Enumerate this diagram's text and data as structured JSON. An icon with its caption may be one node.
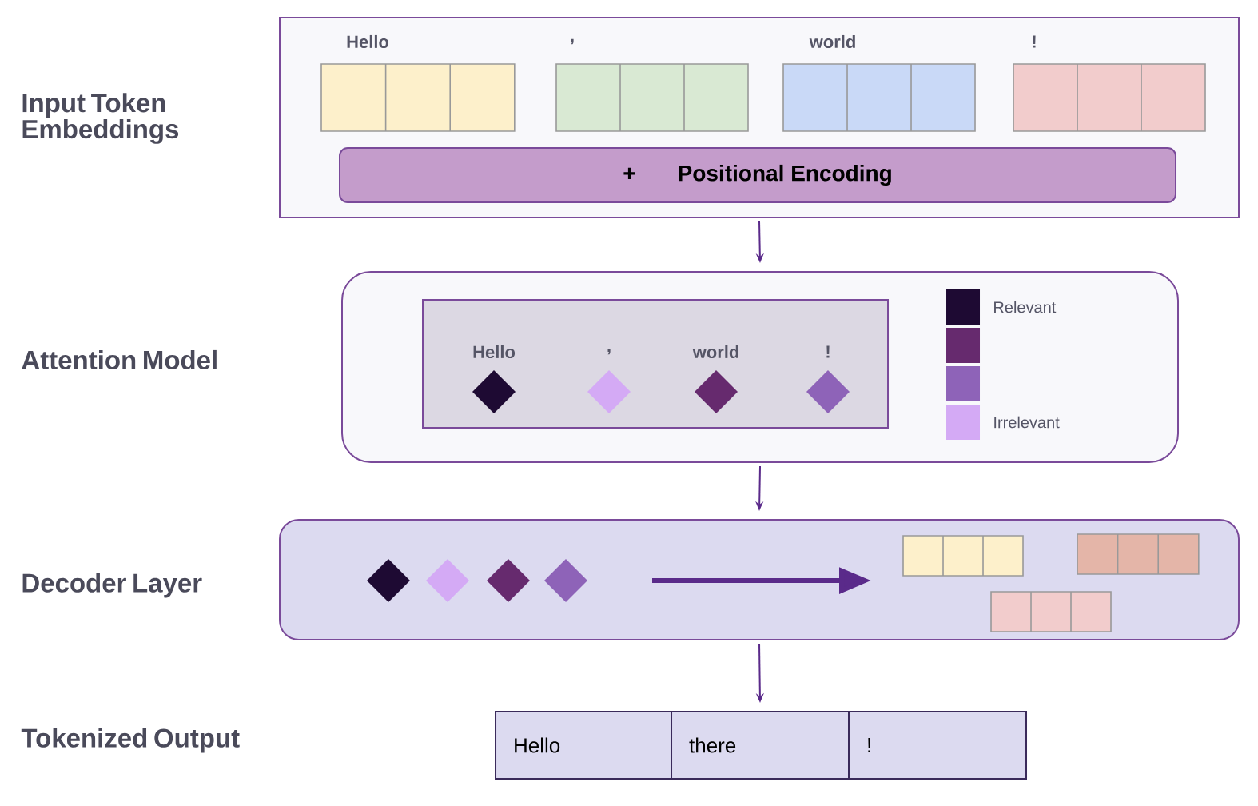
{
  "diagram": {
    "nodes": [
      {
        "text": [],
        "shape": "box"
      },
      {
        "text": [
          "+",
          "Positional Encoding"
        ],
        "in": 0
      },
      {
        "text": [],
        "shape": "box"
      },
      {
        "text": [],
        "shape": "box",
        "in": 2
      },
      {
        "text": [],
        "shape": "box"
      },
      {
        "text": [
          "Hello"
        ]
      },
      {
        "text": [
          "there"
        ]
      },
      {
        "text": [
          "!"
        ]
      }
    ],
    "edges": [
      {
        "from": 0,
        "to": 2,
        "arrow": "to"
      },
      {
        "from": 2,
        "to": 4,
        "arrow": "to"
      },
      {
        "from": 4,
        "to": 6,
        "arrow": "to"
      }
    ],
    "labels": [
      "Input Token Embeddings",
      "Hello",
      ",",
      "world",
      "!",
      "Attention Model",
      "Hello",
      ",",
      "world",
      "!",
      "Decoder Layer",
      "Tokenized Output"
    ],
    "legend": [
      {
        "text": "Relevant",
        "color": "#1e0a33"
      },
      {
        "text": "Irrelevant",
        "color": "#d4aaf5"
      }
    ]
  }
}
